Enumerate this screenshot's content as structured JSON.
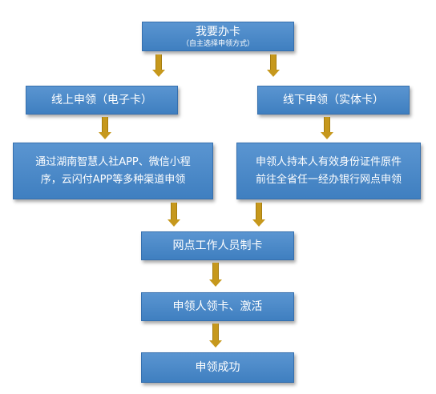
{
  "nodes": {
    "apply": {
      "title": "我要办卡",
      "subtitle": "（自主选择申领方式）"
    },
    "online": {
      "title": "线上申领（电子卡）"
    },
    "offline": {
      "title": "线下申领（实体卡）"
    },
    "online_detail": {
      "line1": "通过湖南智慧人社APP、微信小程",
      "line2": "序，云闪付APP等多种渠道申领"
    },
    "offline_detail": {
      "line1": "申领人持本人有效身份证件原件",
      "line2": "前往全省任一经办银行网点申领"
    },
    "make_card": {
      "title": "网点工作人员制卡"
    },
    "receive": {
      "title": "申领人领卡、激活"
    },
    "success": {
      "title": "申领成功"
    }
  },
  "colors": {
    "box": "#4a87c7",
    "box_border": "#356fae",
    "arrow": "#c6981c",
    "text": "#ffffff"
  }
}
